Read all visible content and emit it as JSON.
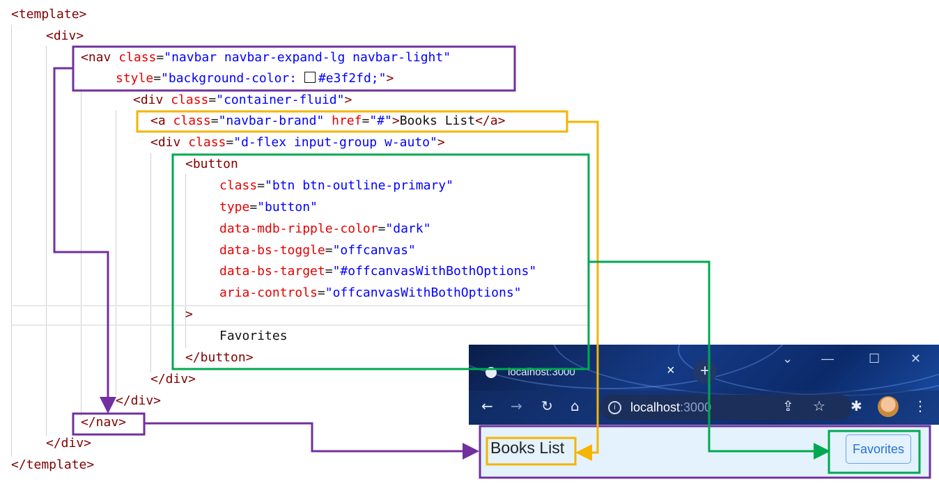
{
  "code": {
    "lines": [
      {
        "tag_open": "<template>"
      },
      {
        "tag_open": "<div>"
      },
      {
        "tag_open": "<nav",
        "attr1": "class",
        "val1": "\"navbar navbar-expand-lg navbar-light\"",
        "tag_close": ">"
      },
      {
        "attr1": "style",
        "val1_pre": "\"background-color: ",
        "val1": "#e3f2fd;\"",
        "tag_close": ">"
      },
      {
        "tag_open": "<div",
        "attr1": "class",
        "val1": "\"container-fluid\"",
        "tag_close": ">"
      },
      {
        "tag_open": "<a",
        "attr1": "class",
        "val1": "\"navbar-brand\"",
        "attr2": "href",
        "val2": "\"#\"",
        "tag_close": ">",
        "text": "Books List",
        "tag_end": "</a>"
      },
      {
        "tag_open": "<div",
        "attr1": "class",
        "val1": "\"d-flex input-group w-auto\"",
        "tag_close": ">"
      },
      {
        "tag_open": "<button"
      },
      {
        "attr1": "class",
        "val1": "\"btn btn-outline-primary\""
      },
      {
        "attr1": "type",
        "val1": "\"button\""
      },
      {
        "attr1": "data-mdb-ripple-color",
        "val1": "\"dark\""
      },
      {
        "attr1": "data-bs-toggle",
        "val1": "\"offcanvas\""
      },
      {
        "attr1": "data-bs-target",
        "val1": "\"#offcanvasWithBothOptions\""
      },
      {
        "attr1": "aria-controls",
        "val1": "\"offcanvasWithBothOptions\""
      },
      {
        "tag_close": ">"
      },
      {
        "text": "Favorites"
      },
      {
        "tag_open": "</button>"
      },
      {
        "tag_open": "</div>"
      },
      {
        "tag_open": "</div>"
      },
      {
        "tag_open": "</nav>"
      },
      {
        "tag_open": "</div>"
      },
      {
        "tag_open": "</template>"
      }
    ]
  },
  "browser": {
    "tab_title": "localhost:3000",
    "tab_close": "×",
    "new_tab": "+",
    "window_controls": {
      "chevron": "⌄",
      "minimize": "—",
      "maximize": "☐",
      "close": "✕"
    },
    "toolbar": {
      "back": "←",
      "forward": "→",
      "reload": "↻",
      "home": "⌂",
      "info": "i",
      "share": "⇪",
      "star": "☆",
      "extensions": "✱",
      "menu": "⋮"
    },
    "url_host": "localhost",
    "url_port": ":3000"
  },
  "page": {
    "navbar_background": "#e3f2fd",
    "brand": "Books List",
    "favorites_button": "Favorites"
  },
  "annotation_colors": {
    "nav": "#7030a0",
    "brand": "#f5b400",
    "button": "#00a94f"
  }
}
